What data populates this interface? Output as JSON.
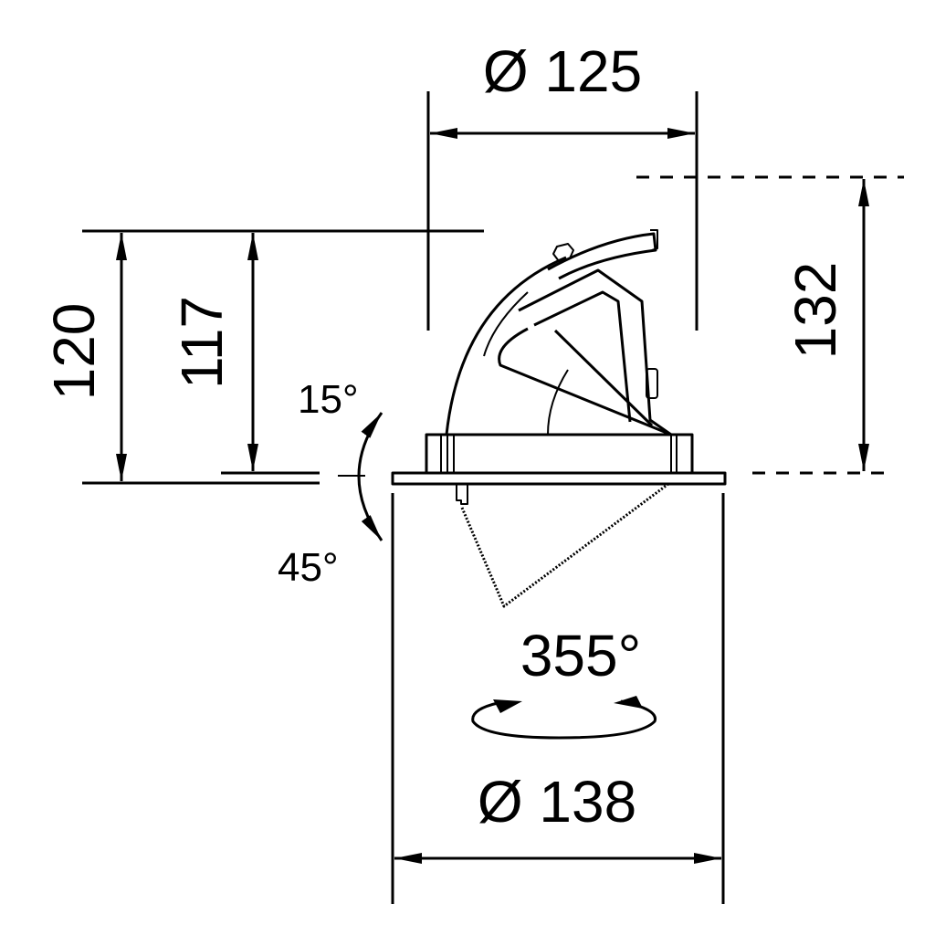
{
  "drawing": {
    "subject": "Recessed adjustable downlight, side view",
    "line_color": "#000000",
    "background_color": "#ffffff"
  },
  "dimensions": {
    "top_diameter": {
      "label": "Ø 125",
      "symbol": "Ø",
      "value": "125"
    },
    "bottom_diameter": {
      "label": "Ø 138",
      "symbol": "Ø",
      "value": "138"
    },
    "total_height": {
      "label": "120",
      "value": "120"
    },
    "recess_height": {
      "label": "117",
      "value": "117"
    },
    "tilted_height": {
      "label": "132",
      "value": "132"
    }
  },
  "angles": {
    "tilt_up": {
      "label": "15°",
      "value": "15"
    },
    "tilt_down": {
      "label": "45°",
      "value": "45"
    },
    "rotation": {
      "label": "355°",
      "value": "355"
    }
  }
}
